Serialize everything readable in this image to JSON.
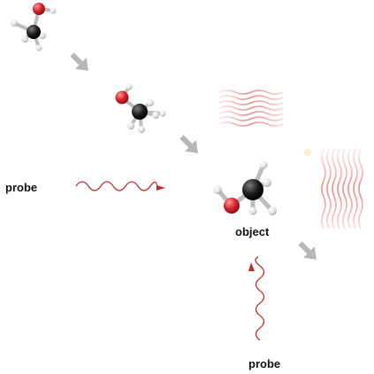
{
  "labels": {
    "probe_left": "probe",
    "object": "object",
    "probe_bottom": "probe"
  },
  "colors": {
    "background": "#ffffff",
    "carbon": "#1a1a1a",
    "oxygen": "#d8262c",
    "hydrogen": "#e6e6e6",
    "bond": "#bdbdbd",
    "arrow": "#b7b7b7",
    "probe_wave": "#c0302a",
    "scattered_wave": "#ef7a7a"
  },
  "icons": {
    "molecule": "ethanol-molecule-icon",
    "step_arrow": "diagonal-arrow-icon"
  }
}
